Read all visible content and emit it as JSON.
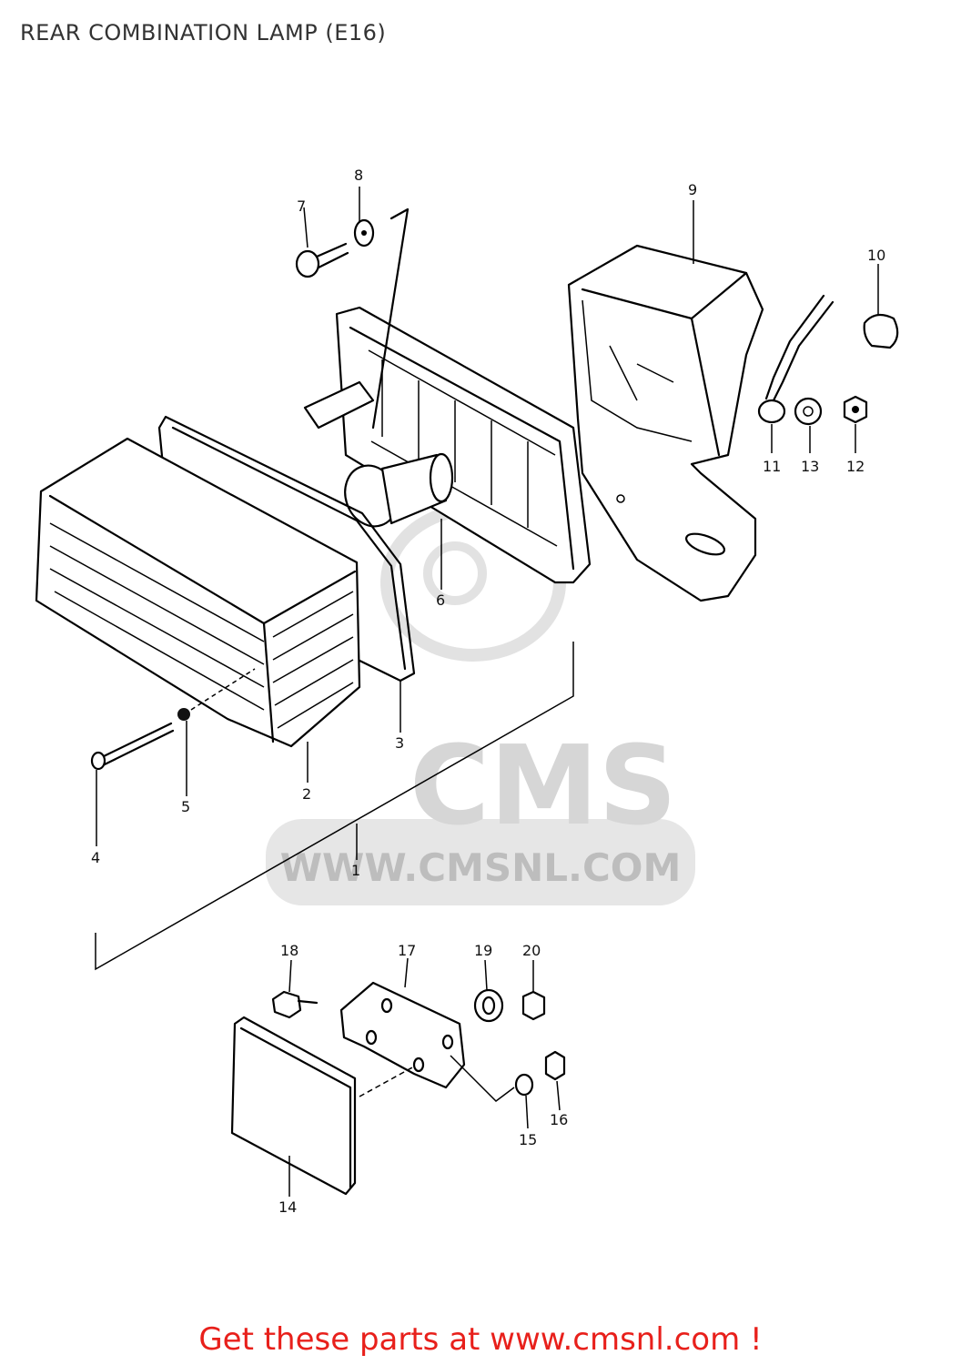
{
  "title": "REAR COMBINATION LAMP (E16)",
  "footer": "Get these parts at www.cmsnl.com !",
  "watermark": {
    "logo_text": "CMS",
    "url_text": "WWW.CMSNL.COM",
    "color": "#d6d6d6"
  },
  "callouts": [
    {
      "id": "part-1",
      "label": "1"
    },
    {
      "id": "part-2",
      "label": "2"
    },
    {
      "id": "part-3",
      "label": "3"
    },
    {
      "id": "part-4",
      "label": "4"
    },
    {
      "id": "part-5",
      "label": "5"
    },
    {
      "id": "part-6",
      "label": "6"
    },
    {
      "id": "part-7",
      "label": "7"
    },
    {
      "id": "part-8",
      "label": "8"
    },
    {
      "id": "part-9",
      "label": "9"
    },
    {
      "id": "part-10",
      "label": "10"
    },
    {
      "id": "part-11",
      "label": "11"
    },
    {
      "id": "part-12",
      "label": "12"
    },
    {
      "id": "part-13",
      "label": "13"
    },
    {
      "id": "part-14",
      "label": "14"
    },
    {
      "id": "part-15",
      "label": "15"
    },
    {
      "id": "part-16",
      "label": "16"
    },
    {
      "id": "part-17",
      "label": "17"
    },
    {
      "id": "part-18",
      "label": "18"
    },
    {
      "id": "part-19",
      "label": "19"
    },
    {
      "id": "part-20",
      "label": "20"
    }
  ],
  "colors": {
    "footer": "#e8201b",
    "title": "#333333",
    "line_art": "#000000"
  }
}
